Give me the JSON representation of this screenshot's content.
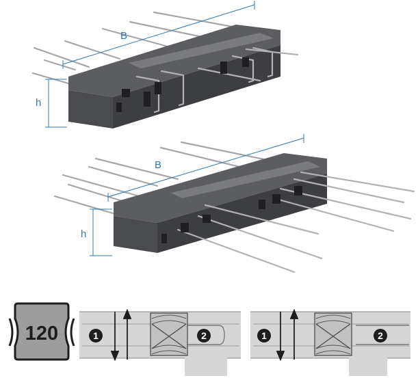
{
  "colors": {
    "dimension": "#2f79b5",
    "block_top": "#5c5d61",
    "block_front": "#3d3e42",
    "block_end": "#4a4b4f",
    "bar": "#a6a6a8",
    "slab": "#d6d6d6",
    "badge_fill": "#9d9d9d",
    "marker": "#1d1d1b"
  },
  "view_top": {
    "width_label": "B",
    "height_label": "h"
  },
  "view_bottom": {
    "width_label": "B",
    "height_label": "h"
  },
  "badge": {
    "value": "120"
  },
  "section_left": {
    "marker_1": "1",
    "marker_2": "2"
  },
  "section_right": {
    "marker_1": "1",
    "marker_2": "2"
  }
}
